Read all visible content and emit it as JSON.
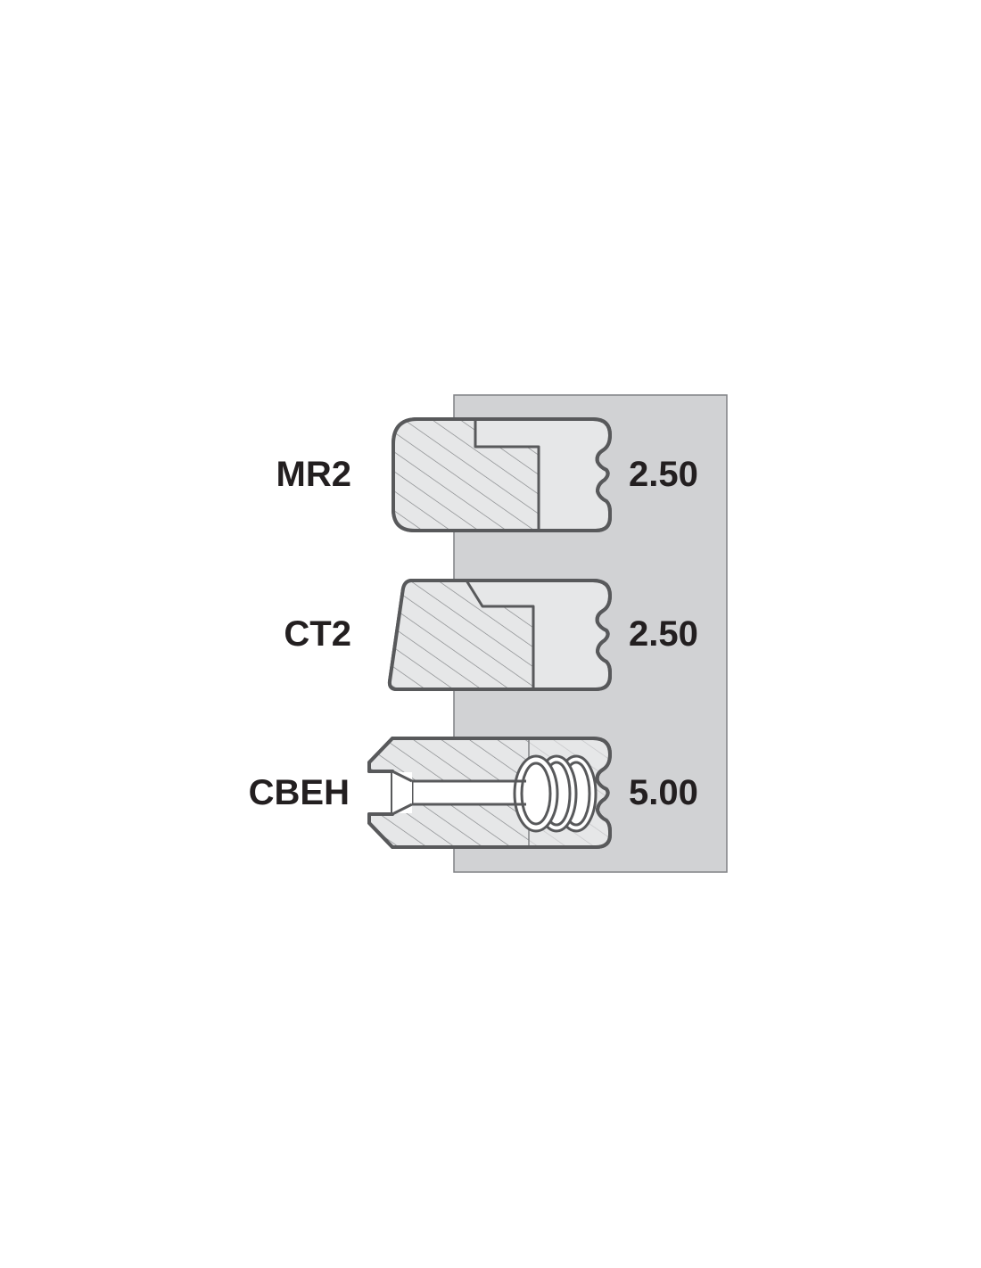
{
  "colors": {
    "panel": "#d1d2d4",
    "panel_border": "#808285",
    "ring_fill": "#e6e7e8",
    "outline": "#58595b",
    "hatch": "#808285",
    "text": "#231f20"
  },
  "rings": [
    {
      "code": "MR2",
      "width": "2.50"
    },
    {
      "code": "CT2",
      "width": "2.50"
    },
    {
      "code": "CBEH",
      "width": "5.00"
    }
  ]
}
